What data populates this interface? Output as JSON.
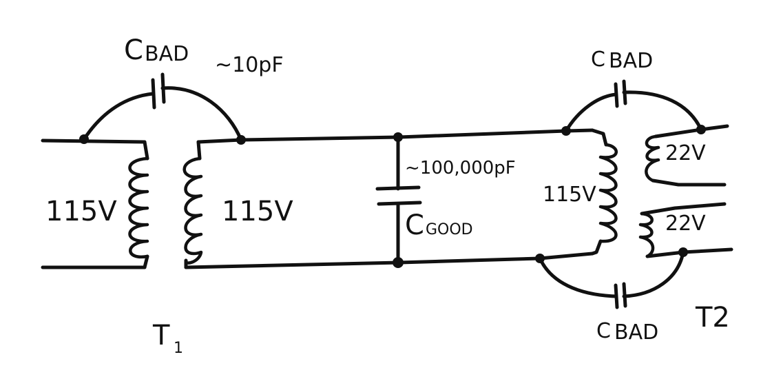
{
  "t1": {
    "primary_label": "115V",
    "secondary_label": "115V",
    "name_main": "T",
    "name_sub": "1"
  },
  "cbad_top": {
    "c": "C",
    "sub": "BAD",
    "value": "~10pF"
  },
  "cgood": {
    "c": "C",
    "sub": "GOOD",
    "value": "~100,000pF"
  },
  "t2": {
    "primary_label": "115V",
    "secondary_top_label": "22V",
    "secondary_bottom_label": "22V",
    "name": "T2"
  },
  "cbad_right_top": {
    "c": "C",
    "sub": "BAD"
  },
  "cbad_right_bottom": {
    "c": "C",
    "sub": "BAD"
  }
}
